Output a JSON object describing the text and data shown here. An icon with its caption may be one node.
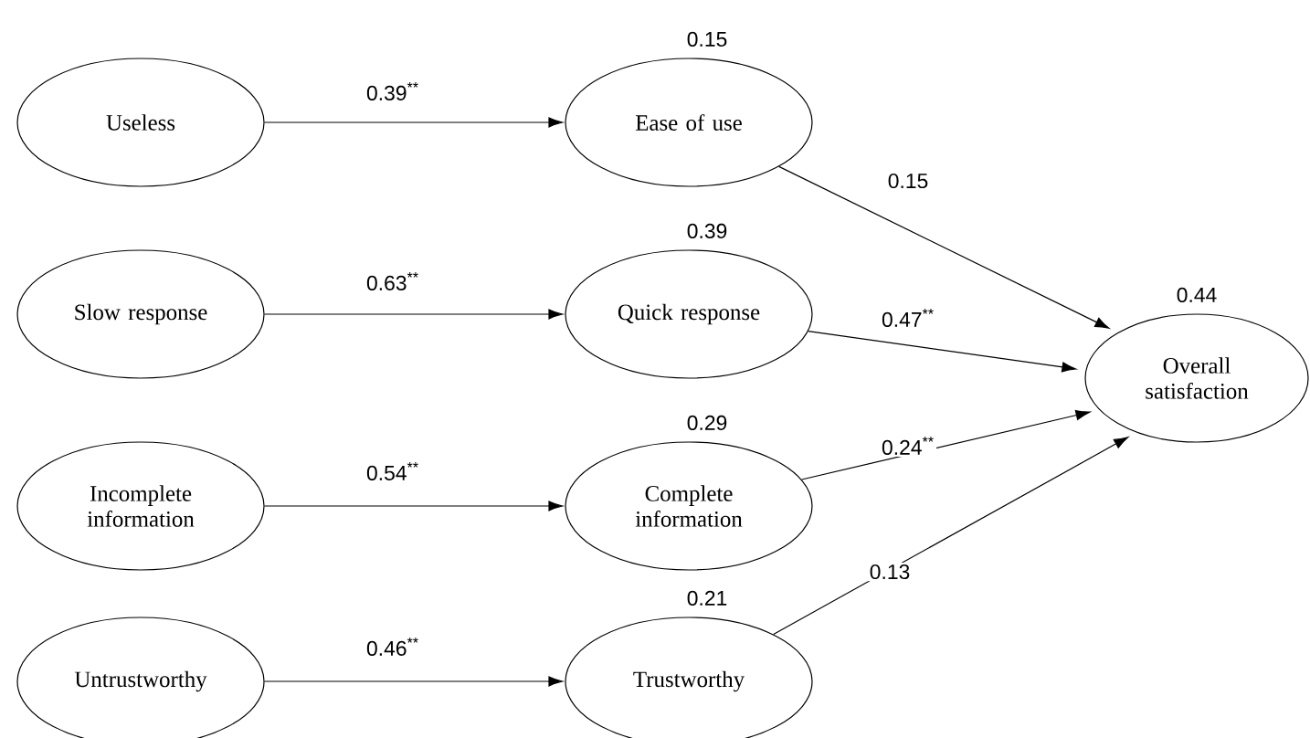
{
  "diagram": {
    "nodes": [
      {
        "text": [
          "Useless"
        ]
      },
      {
        "text": [
          "Slow response"
        ]
      },
      {
        "text": [
          "Incomplete information"
        ]
      },
      {
        "text": [
          "Untrustworthy"
        ]
      },
      {
        "text": [
          "Ease of use"
        ],
        "beside": [
          "0.15"
        ]
      },
      {
        "text": [
          "Quick response"
        ],
        "beside": [
          "0.39"
        ]
      },
      {
        "text": [
          "Complete information"
        ],
        "beside": [
          "0.29"
        ]
      },
      {
        "text": [
          "Trustworthy"
        ],
        "beside": [
          "0.21"
        ]
      },
      {
        "text": [
          "Overall satisfaction"
        ],
        "beside": [
          "0.44"
        ]
      }
    ],
    "edges": [
      {
        "from": 0,
        "to": 4,
        "arrow": "to",
        "label": "0.39$^{**}$"
      },
      {
        "from": 1,
        "to": 5,
        "arrow": "to",
        "label": "0.63$^{**}$"
      },
      {
        "from": 2,
        "to": 6,
        "arrow": "to",
        "label": "0.54$^{**}$"
      },
      {
        "from": 3,
        "to": 7,
        "arrow": "to",
        "label": "0.46$^{**}$"
      },
      {
        "from": 4,
        "to": 8,
        "arrow": "to",
        "label": "0.15"
      },
      {
        "from": 5,
        "to": 8,
        "arrow": "to",
        "label": "0.47$^{**}$"
      },
      {
        "from": 6,
        "to": 8,
        "arrow": "to",
        "label": "0.24$^{**}$"
      },
      {
        "from": 7,
        "to": 8,
        "arrow": "to",
        "label": "0.13"
      }
    ]
  }
}
